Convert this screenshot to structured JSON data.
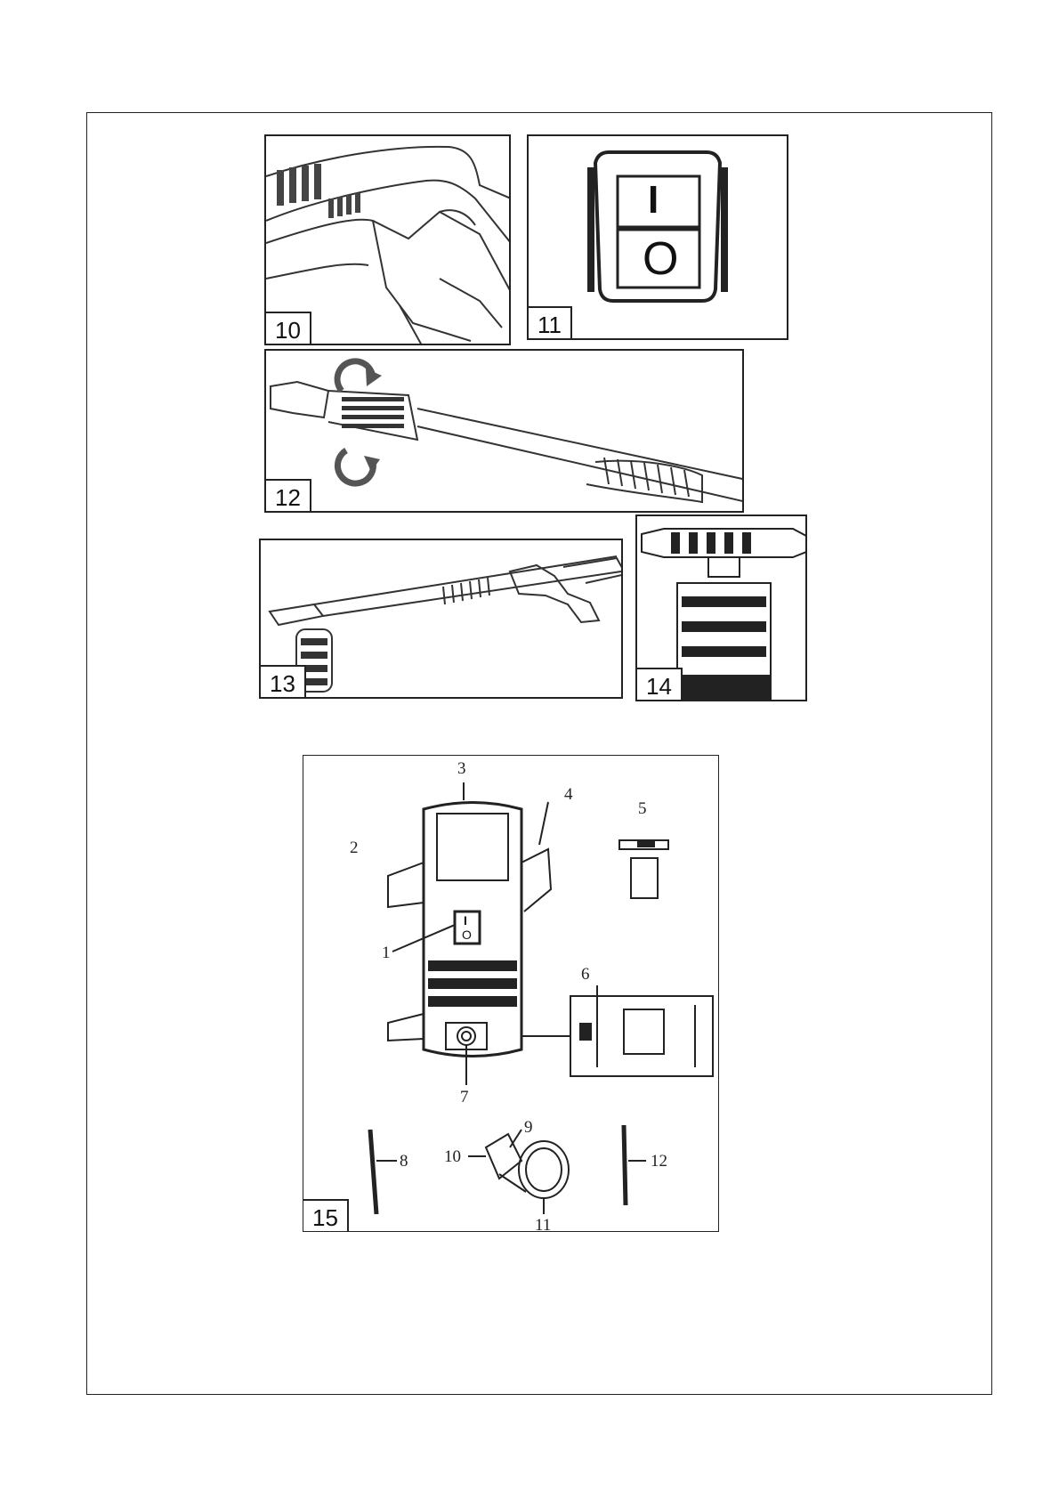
{
  "figures": {
    "fig10": {
      "label": "10"
    },
    "fig11": {
      "label": "11",
      "switch_on": "I",
      "switch_off": "O"
    },
    "fig12": {
      "label": "12"
    },
    "fig13": {
      "label": "13"
    },
    "fig14": {
      "label": "14"
    },
    "fig15": {
      "label": "15",
      "callouts": [
        "1",
        "2",
        "3",
        "4",
        "5",
        "6",
        "7",
        "8",
        "9",
        "10",
        "11",
        "12"
      ],
      "switch_on": "I",
      "switch_off": "O"
    }
  },
  "colors": {
    "line": "#222222",
    "arrow": "#555555",
    "background": "#ffffff"
  }
}
